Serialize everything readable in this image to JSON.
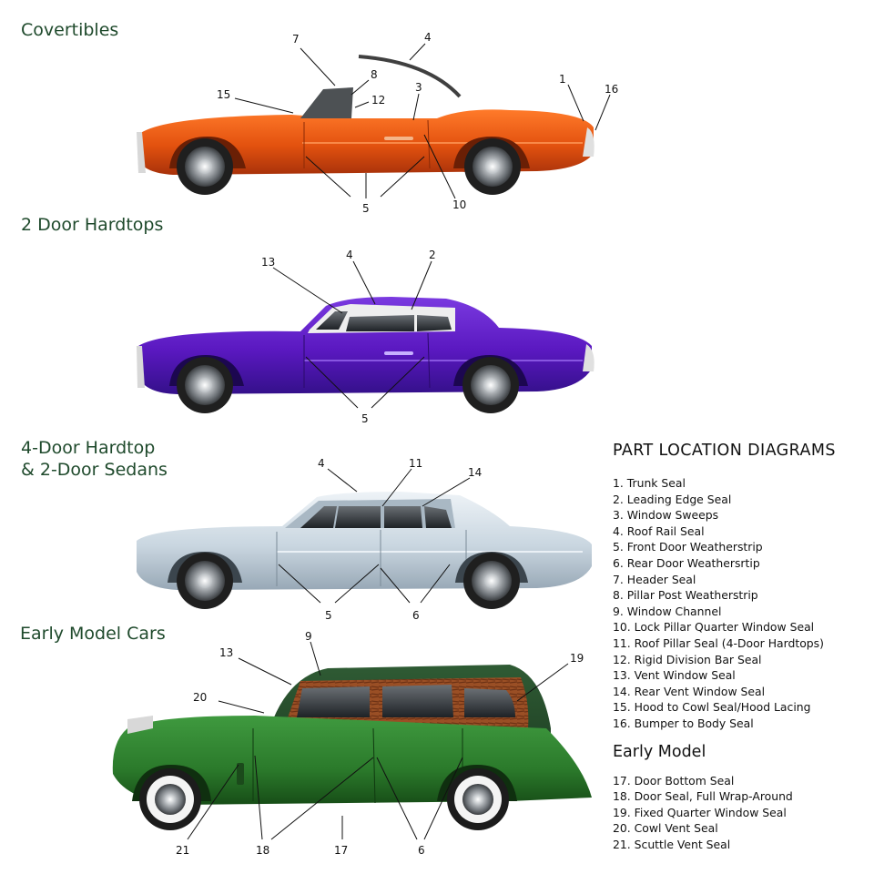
{
  "sections": {
    "convertibles": "Covertibles",
    "two_door_hardtops": "2 Door Hardtops",
    "four_door_line1": "4-Door Hardtop",
    "four_door_line2": "& 2-Door Sedans",
    "early_model_cars": "Early Model Cars"
  },
  "legend": {
    "title": "PART LOCATION DIAGRAMS",
    "items": [
      "1. Trunk Seal",
      "2. Leading Edge Seal",
      "3. Window Sweeps",
      "4. Roof Rail Seal",
      "5. Front Door Weatherstrip",
      "6. Rear Door Weathersrtip",
      "7. Header Seal",
      "8. Pillar Post Weatherstrip",
      "9. Window Channel",
      "10. Lock Pillar Quarter Window Seal",
      "11. Roof Pillar Seal (4-Door Hardtops)",
      "12. Rigid Division Bar Seal",
      "13. Vent Window Seal",
      "14. Rear Vent Window Seal",
      "15. Hood to Cowl Seal/Hood Lacing",
      "16. Bumper to Body Seal"
    ],
    "early_title": "Early Model",
    "early_items": [
      "17. Door Bottom Seal",
      "18. Door Seal, Full Wrap-Around",
      "19. Fixed Quarter Window Seal",
      "20. Cowl Vent Seal",
      "21. Scuttle Vent Seal"
    ]
  },
  "callouts": {
    "conv": [
      "7",
      "4",
      "8",
      "12",
      "15",
      "3",
      "1",
      "16",
      "5",
      "10"
    ],
    "hardtop": [
      "13",
      "4",
      "2",
      "5"
    ],
    "sedan": [
      "4",
      "11",
      "14",
      "5",
      "6"
    ],
    "early": [
      "9",
      "13",
      "19",
      "20",
      "21",
      "18",
      "17",
      "6"
    ]
  },
  "colors": {
    "convertible": "#e3520f",
    "hardtop": "#5a18c0",
    "sedan": "#c9d6e0",
    "early": "#2b7a2b",
    "title_green": "#1f4a2c"
  }
}
